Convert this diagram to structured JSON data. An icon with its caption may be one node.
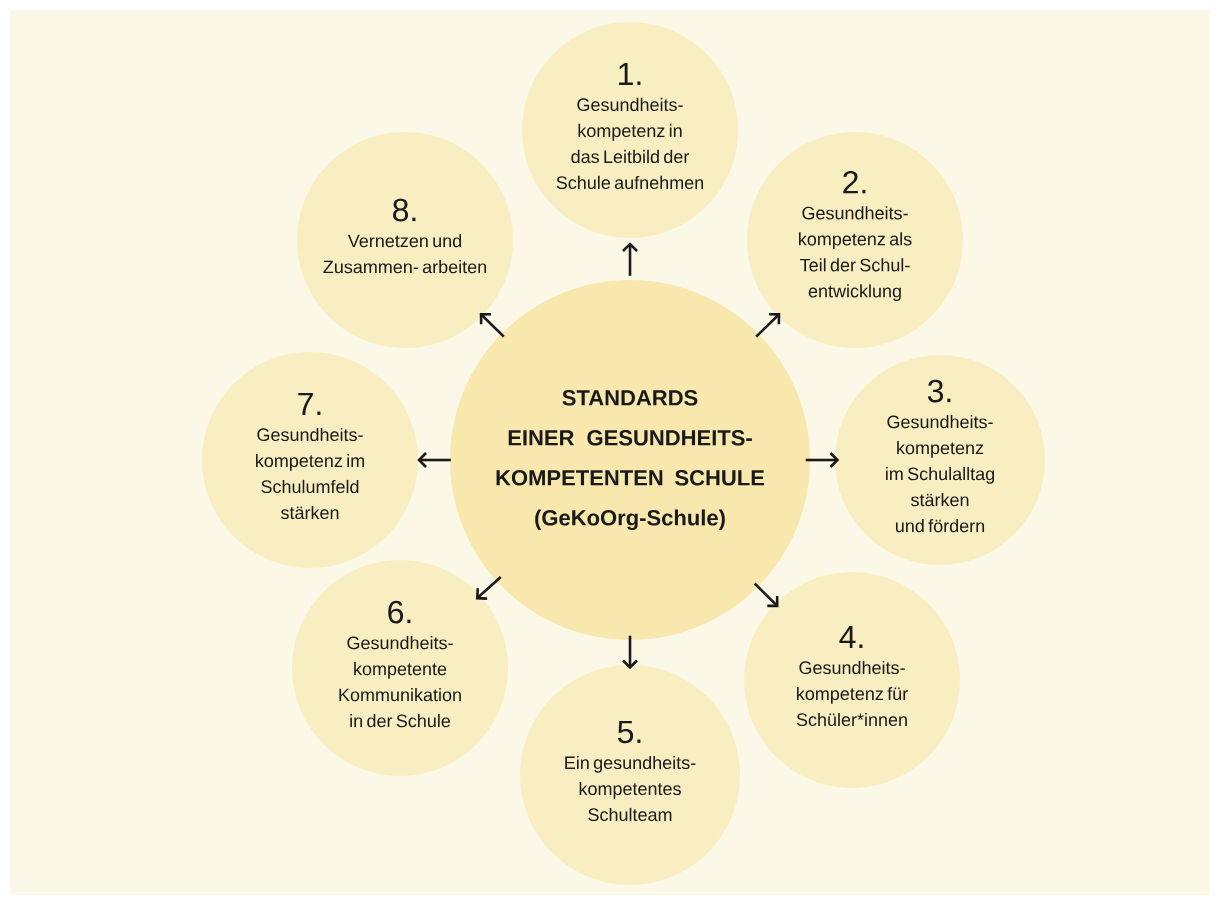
{
  "diagram": {
    "nodes": [
      {
        "text": [
          "STANDARDS",
          "EINER GESUNDHEITS- KOMPETENTEN SCHULE",
          "(GeKoOrg-Schule)"
        ]
      },
      {
        "text": [
          "1.",
          "Gesundheits- kompetenz in das Leitbild der Schule aufnehmen"
        ]
      },
      {
        "text": [
          "2.",
          "Gesundheits- kompetenz als Teil der Schul- entwicklung"
        ]
      },
      {
        "text": [
          "3.",
          "Gesundheits- kompetenz im Schulalltag stärken und fördern"
        ]
      },
      {
        "text": [
          "4.",
          "Gesundheits- kompetenz für Schüler*innen"
        ]
      },
      {
        "text": [
          "5.",
          "Ein gesundheits- kompetentes Schulteam"
        ]
      },
      {
        "text": [
          "6.",
          "Gesundheits- kompetente Kommunikation in der Schule"
        ]
      },
      {
        "text": [
          "7.",
          "Gesundheits- kompetenz im Schulumfeld stärken"
        ]
      },
      {
        "text": [
          "8.",
          "Vernetzen und Zusammen- arbeiten"
        ]
      }
    ],
    "edges": [
      {
        "from": 0,
        "to": 1,
        "arrow": "to"
      },
      {
        "from": 0,
        "to": 2,
        "arrow": "to"
      },
      {
        "from": 0,
        "to": 3,
        "arrow": "to"
      },
      {
        "from": 0,
        "to": 4,
        "arrow": "to"
      },
      {
        "from": 0,
        "to": 5,
        "arrow": "to"
      },
      {
        "from": 0,
        "to": 6,
        "arrow": "to"
      },
      {
        "from": 0,
        "to": 7,
        "arrow": "to"
      },
      {
        "from": 0,
        "to": 8,
        "arrow": "to"
      }
    ]
  }
}
